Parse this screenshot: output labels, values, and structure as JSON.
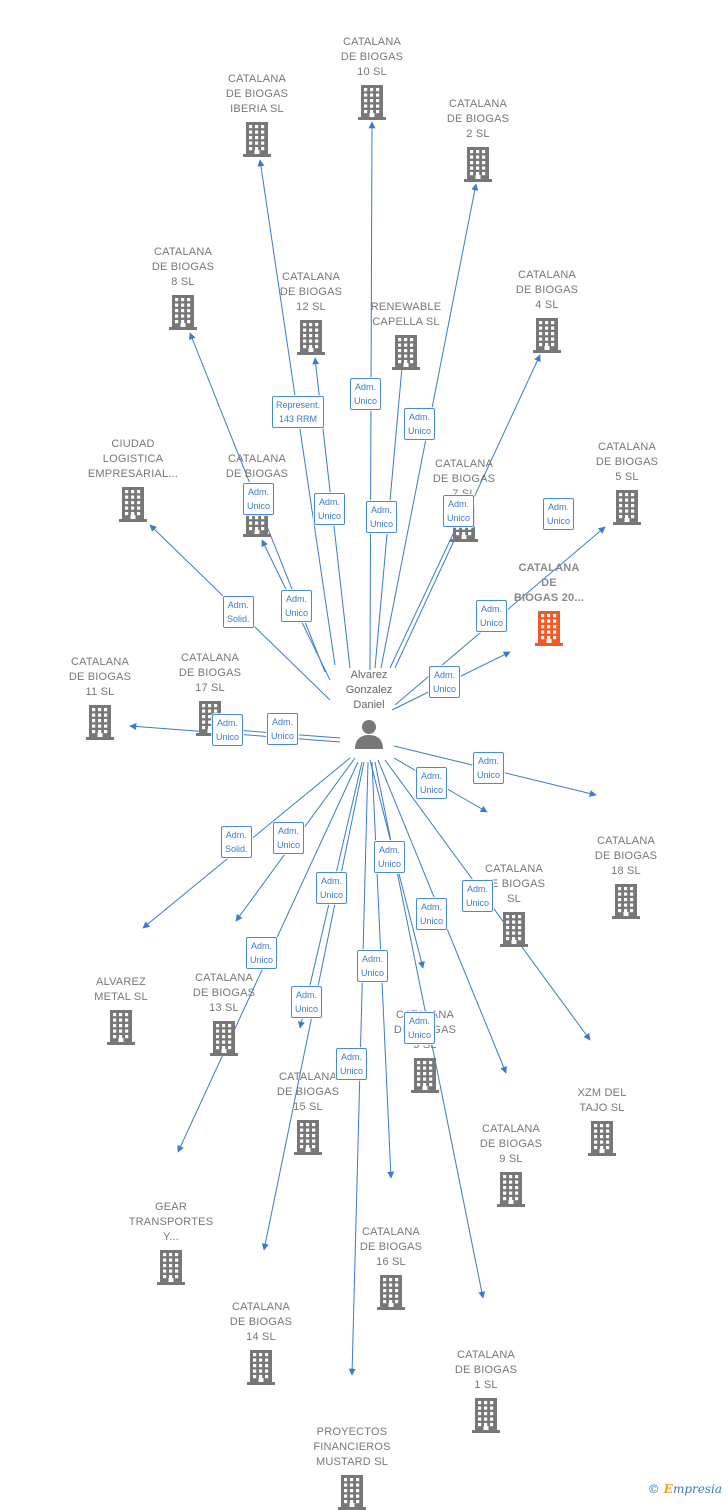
{
  "colors": {
    "edge": "#3a7cc9",
    "building": "#777777",
    "highlight": "#f05a28",
    "person": "#777777"
  },
  "center": {
    "label": "Alvarez\nGonzalez\nDaniel",
    "icon": "person-icon"
  },
  "nodes": [
    {
      "id": "n10",
      "label": "CATALANA\nDE BIOGAS\n10  SL"
    },
    {
      "id": "iberia",
      "label": "CATALANA\nDE BIOGAS\nIBERIA  SL"
    },
    {
      "id": "n2",
      "label": "CATALANA\nDE BIOGAS\n2  SL"
    },
    {
      "id": "n8",
      "label": "CATALANA\nDE BIOGAS\n8  SL"
    },
    {
      "id": "n12",
      "label": "CATALANA\nDE BIOGAS\n12  SL"
    },
    {
      "id": "renew",
      "label": "RENEWABLE\nCAPELLA  SL"
    },
    {
      "id": "n4",
      "label": "CATALANA\nDE BIOGAS\n4  SL"
    },
    {
      "id": "ciudad",
      "label": "CIUDAD\nLOGISTICA\nEMPRESARIAL..."
    },
    {
      "id": "nX",
      "label": "CATALANA\nDE BIOGAS\n..."
    },
    {
      "id": "n7",
      "label": "CATALANA\nDE BIOGAS\n7  SL"
    },
    {
      "id": "n5",
      "label": "CATALANA\nDE BIOGAS\n5  SL"
    },
    {
      "id": "n20",
      "label": "CATALANA\nDE\nBIOGAS 20...",
      "highlight": true
    },
    {
      "id": "n11",
      "label": "CATALANA\nDE BIOGAS\n11  SL"
    },
    {
      "id": "n17",
      "label": "CATALANA\nDE BIOGAS\n17  SL"
    },
    {
      "id": "n18",
      "label": "CATALANA\nDE BIOGAS\n18  SL"
    },
    {
      "id": "nSL",
      "label": "CATALANA\nDE BIOGAS\nSL"
    },
    {
      "id": "alvarez",
      "label": "ALVAREZ\nMETAL  SL"
    },
    {
      "id": "n13",
      "label": "CATALANA\nDE BIOGAS\n13  SL"
    },
    {
      "id": "n3",
      "label": "CATALANA\nDE BIOGAS\n3  SL"
    },
    {
      "id": "xzm",
      "label": "XZM DEL\nTAJO SL"
    },
    {
      "id": "n15",
      "label": "CATALANA\nDE BIOGAS\n15  SL"
    },
    {
      "id": "n9",
      "label": "CATALANA\nDE BIOGAS\n9  SL"
    },
    {
      "id": "gear",
      "label": "GEAR\nTRANSPORTES\nY..."
    },
    {
      "id": "n16",
      "label": "CATALANA\nDE BIOGAS\n16  SL"
    },
    {
      "id": "n14",
      "label": "CATALANA\nDE BIOGAS\n14  SL"
    },
    {
      "id": "n1",
      "label": "CATALANA\nDE BIOGAS\n1  SL"
    },
    {
      "id": "proy",
      "label": "PROYECTOS\nFINANCIEROS\nMUSTARD  SL"
    }
  ],
  "relations": [
    {
      "to": "n10",
      "label": "Adm.\nUnico"
    },
    {
      "to": "iberia",
      "label": "Represent.\n143 RRM"
    },
    {
      "to": "n2",
      "label": "Adm.\nUnico"
    },
    {
      "to": "n8",
      "label": "Adm.\nUnico"
    },
    {
      "to": "n12",
      "label": "Adm.\nUnico"
    },
    {
      "to": "renew",
      "label": "Adm.\nUnico"
    },
    {
      "to": "n4",
      "label": "Adm.\nUnico"
    },
    {
      "to": "ciudad",
      "label": "Adm.\nSolid."
    },
    {
      "to": "nX",
      "label": "Adm.\nUnico"
    },
    {
      "to": "n7",
      "label": "Adm.\nUnico"
    },
    {
      "to": "n5",
      "label": "Adm.\nUnico"
    },
    {
      "to": "n20",
      "label": "Adm.\nUnico"
    },
    {
      "to": "n11",
      "label": "Adm.\nUnico"
    },
    {
      "to": "n17",
      "label": "Adm.\nUnico"
    },
    {
      "to": "n18",
      "label": "Adm.\nUnico"
    },
    {
      "to": "nSL",
      "label": "Adm.\nUnico"
    },
    {
      "to": "alvarez",
      "label": "Adm.\nSolid."
    },
    {
      "to": "n13",
      "label": "Adm.\nUnico"
    },
    {
      "to": "n3",
      "label": "Adm.\nUnico"
    },
    {
      "to": "xzm",
      "label": "Adm.\nUnico"
    },
    {
      "to": "n15",
      "label": "Adm.\nUnico"
    },
    {
      "to": "n9",
      "label": "Adm.\nUnico"
    },
    {
      "to": "gear",
      "label": "Adm.\nUnico"
    },
    {
      "to": "n16",
      "label": "Adm.\nUnico"
    },
    {
      "to": "n14",
      "label": "Adm.\nUnico"
    },
    {
      "to": "n1",
      "label": "Adm.\nUnico"
    },
    {
      "to": "proy",
      "label": "Adm.\nUnico"
    }
  ],
  "footer": {
    "copyright": "©",
    "brand_initial": "E",
    "brand_rest": "mpresia",
    "logo_icon": "empresia-logo-icon"
  }
}
